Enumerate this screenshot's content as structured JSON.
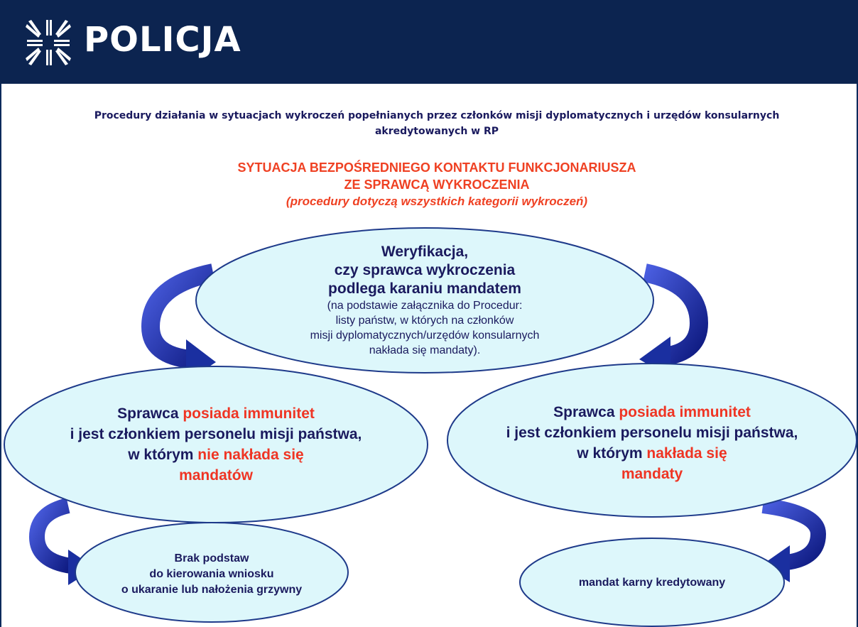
{
  "header": {
    "brand": "POLICJA"
  },
  "subtitle": {
    "line1": "Procedury działania w sytuacjach wykroczeń popełnianych przez członków misji dyplomatycznych i urzędów konsularnych",
    "line2": "akredytowanych w RP"
  },
  "situation": {
    "line1": "SYTUACJA BEZPOŚREDNIEGO KONTAKTU FUNKCJONARIUSZA",
    "line2": "ZE SPRAWCĄ WYKROCZENIA",
    "line3": "(procedury dotyczą wszystkich kategorii wykroczeń)"
  },
  "nodes": {
    "verification": {
      "title1": "Weryfikacja,",
      "title2": "czy sprawca wykroczenia",
      "title3": "podlega karaniu mandatem",
      "note1": "(na podstawie załącznika do Procedur:",
      "note2": "listy państw, w których na członków",
      "note3": "misji dyplomatycznych/urzędów konsularnych",
      "note4": "nakłada się mandaty)."
    },
    "left": {
      "a": "Sprawca ",
      "b": "posiada immunitet",
      "c": "i jest członkiem personelu misji państwa,",
      "d": "w którym ",
      "e": "nie nakłada się",
      "f": "mandatów"
    },
    "right": {
      "a": "Sprawca ",
      "b": "posiada immunitet",
      "c": "i jest członkiem personelu misji państwa,",
      "d": "w którym ",
      "e": "nakłada się",
      "f": "mandaty"
    },
    "bottom_left": {
      "line1": "Brak podstaw",
      "line2": "do kierowania wniosku",
      "line3": "o ukaranie lub nałożenia grzywny"
    },
    "bottom_right": {
      "line1": "mandat karny kredytowany"
    }
  },
  "colors": {
    "header": "#0c2450",
    "ellipse_fill": "#ddf7fb",
    "ellipse_stroke": "#1e3a8a",
    "arrow": "#1a2fa0",
    "accent_red": "#ef3524"
  }
}
